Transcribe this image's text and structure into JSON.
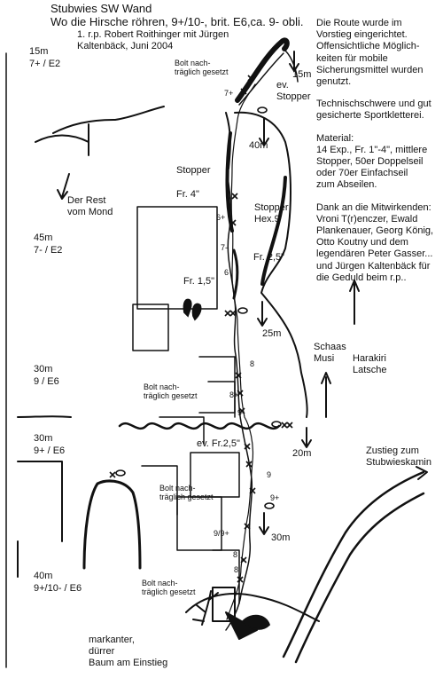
{
  "header": {
    "line1": "Stubwies SW Wand",
    "line2": "Wo die Hirsche röhren, 9+/10-, brit. E6,ca. 9- obli.",
    "credit1": "1. r.p. Robert Roithinger mit Jürgen",
    "credit2": "Kaltenbäck, Juni 2004"
  },
  "pitches": [
    {
      "length": "15m",
      "grade": "7+ / E2"
    },
    {
      "length": "45m",
      "grade": "7- / E2"
    },
    {
      "length": "30m",
      "grade": "9 / E6"
    },
    {
      "length": "30m",
      "grade": "9+ / E6"
    },
    {
      "length": "40m",
      "grade": "9+/10- / E6"
    }
  ],
  "notes": {
    "p1": [
      "Die Route wurde im",
      "Vorstieg eingerichtet.",
      "Offensichtliche Möglich-",
      "keiten für mobile",
      "Sicherungsmittel wurden",
      "genutzt."
    ],
    "p2": [
      "Technischschwere und gut",
      "gesicherte Sportkletterei."
    ],
    "p3": [
      "Material:",
      "14 Exp., Fr. 1\"-4\", mittlere",
      "Stopper, 50er Doppelseil",
      "oder 70er Einfachseil",
      "zum Abseilen."
    ],
    "p4": [
      "Dank an die Mitwirkenden:",
      "Vroni T(r)enczer, Ewald",
      "Plankenauer, Georg König,",
      "Otto Koutny und dem",
      "legendären Peter Gasser...",
      "und Jürgen Kaltenbäck für",
      "die Geduld beim r.p.."
    ]
  },
  "labels": {
    "bolt": [
      "Bolt nach-",
      "träglich gesetzt"
    ],
    "ev_stopper": [
      "ev.",
      "Stopper"
    ],
    "stopper": "Stopper",
    "stopper_hex": [
      "Stopper",
      "Hex.9"
    ],
    "fr4": "Fr. 4\"",
    "fr25": "Fr. 2,5\"",
    "fr15": "Fr. 1,5\"",
    "ev_fr25": "ev. Fr.2,5\"",
    "moon": [
      "Der Rest",
      "vom Mond"
    ],
    "schaas": [
      "Schaas",
      "Musi"
    ],
    "harakiri": [
      "Harakiri",
      "Latsche"
    ],
    "zustieg": [
      "Zustieg zum",
      "Stubwieskamin"
    ],
    "tree": [
      "markanter,",
      "dürrer",
      "Baum am Einstieg"
    ],
    "rap": [
      "15m",
      "40m",
      "25m",
      "20m",
      "30m"
    ],
    "grades": [
      "7+",
      "6+",
      "7-",
      "6",
      "8",
      "8+",
      "9-",
      "9",
      "9+",
      "9/9+",
      "8",
      "8"
    ]
  }
}
